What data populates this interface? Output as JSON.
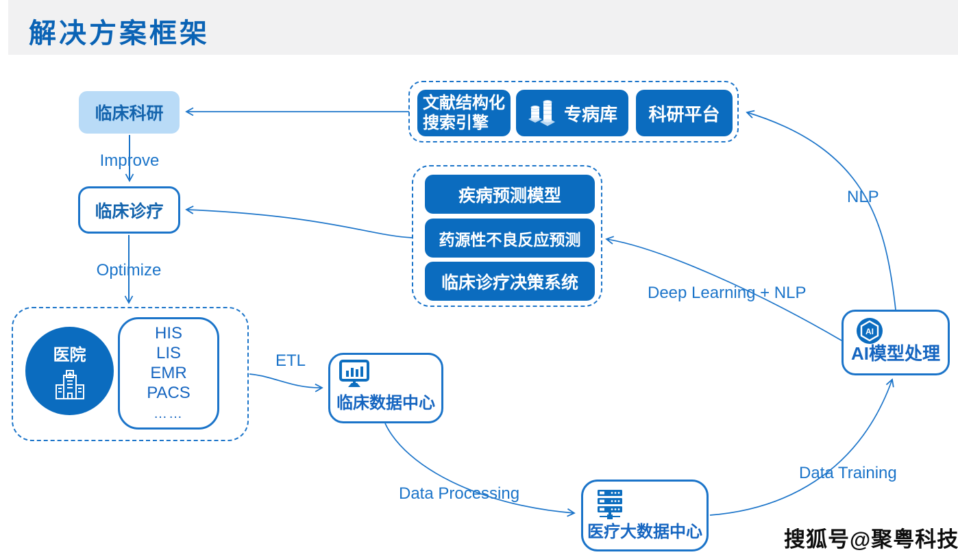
{
  "title": "解决方案框架",
  "nodes": {
    "clinical_research": "临床科研",
    "clinical_treatment": "临床诊疗",
    "hospital_circle": "医院",
    "hospital_systems": [
      "HIS",
      "LIS",
      "EMR",
      "PACS",
      "……"
    ],
    "literature_search": {
      "line1": "文献结构化",
      "line2": "搜索引擎"
    },
    "disease_database": "专病库",
    "research_platform": "科研平台",
    "disease_prediction_model": "疾病预测模型",
    "adverse_reaction_prediction": "药源性不良反应预测",
    "clinical_decision_system": "临床诊疗决策系统",
    "clinical_data_center": "临床数据中心",
    "medical_big_data_center": "医疗大数据中心",
    "ai_model_processing": "AI模型处理"
  },
  "edges": {
    "improve": "Improve",
    "optimize": "Optimize",
    "etl": "ETL",
    "data_processing": "Data Processing",
    "data_training": "Data Training",
    "nlp": "NLP",
    "deep_learning_nlp": "Deep Learning + NLP"
  },
  "icons": {
    "ai_badge_label": "AI",
    "names": [
      "database-icon",
      "hospital-building-icon",
      "monitor-chart-icon",
      "server-icon",
      "ai-hexagon-icon"
    ]
  },
  "watermark": "搜狐号@聚粤科技",
  "colors": {
    "primary_fill": "#0b6cbf",
    "light_fill": "#b9dbf7",
    "stroke_blue": "#1b74c9",
    "text_blue": "#1464ad",
    "header_bg": "#f1f1f2",
    "title_blue": "#0a63b5"
  }
}
